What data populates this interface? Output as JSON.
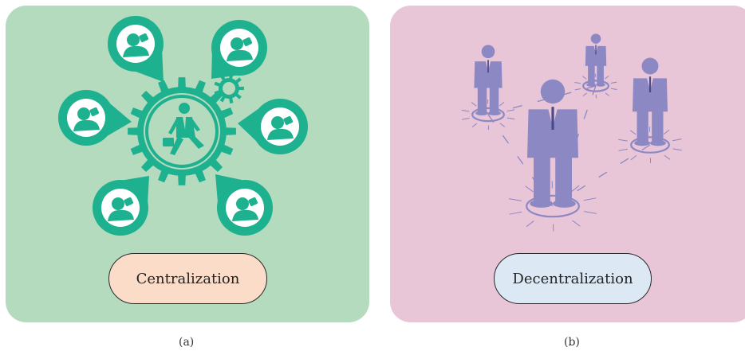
{
  "panels": [
    {
      "id": "a",
      "label": "Centralization",
      "caption": "(a)",
      "colors": {
        "background": "#b4dbbd",
        "accent": "#1db18f",
        "pill": "#fbdcc9"
      }
    },
    {
      "id": "b",
      "label": "Decentralization",
      "caption": "(b)",
      "colors": {
        "background": "#e8c5d7",
        "figure": "#8b88c4",
        "pill": "#dce8f4"
      }
    }
  ],
  "icons": {
    "center": "businessman-gear-icon",
    "pins": "person-location-pin-icon",
    "small_gear": "gear-icon",
    "people": "businessman-icon"
  }
}
